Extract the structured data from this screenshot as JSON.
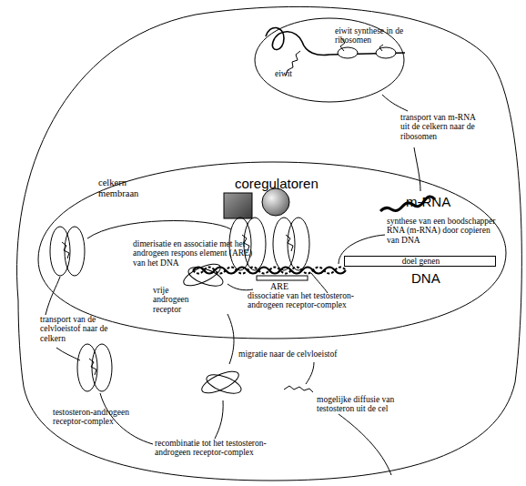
{
  "diagram": {
    "nodes": [
      {
        "text": [
          "eiwit synthese in de ribosomen",
          "eiwit"
        ]
      },
      {
        "text": [
          "celkern membraan"
        ]
      },
      {
        "text": [
          "doel genen"
        ],
        "in": 1
      }
    ],
    "labels": [
      "transport van m-RNA uit de celkern naar de ribosomen",
      "coregulatoren",
      "m-RNA",
      "synthese van een boodschapper RNA (m-RNA) door copieren van DNA",
      "DNA",
      "ARE",
      "dimerisatie en associatie met het androgeen respons element (ARE) van het DNA",
      "vrije androgeen receptor",
      "dissociatie van het testosteron-androgeen receptor-complex",
      "transport van de celvloeistof naar de celkern",
      "migratie naar de celvloeistof",
      "testosteron-androgeen receptor-complex",
      "mogelijke diffusie van testosteron uit de cel",
      "recombinatie tot het testosteron-androgeen receptor-complex"
    ]
  }
}
